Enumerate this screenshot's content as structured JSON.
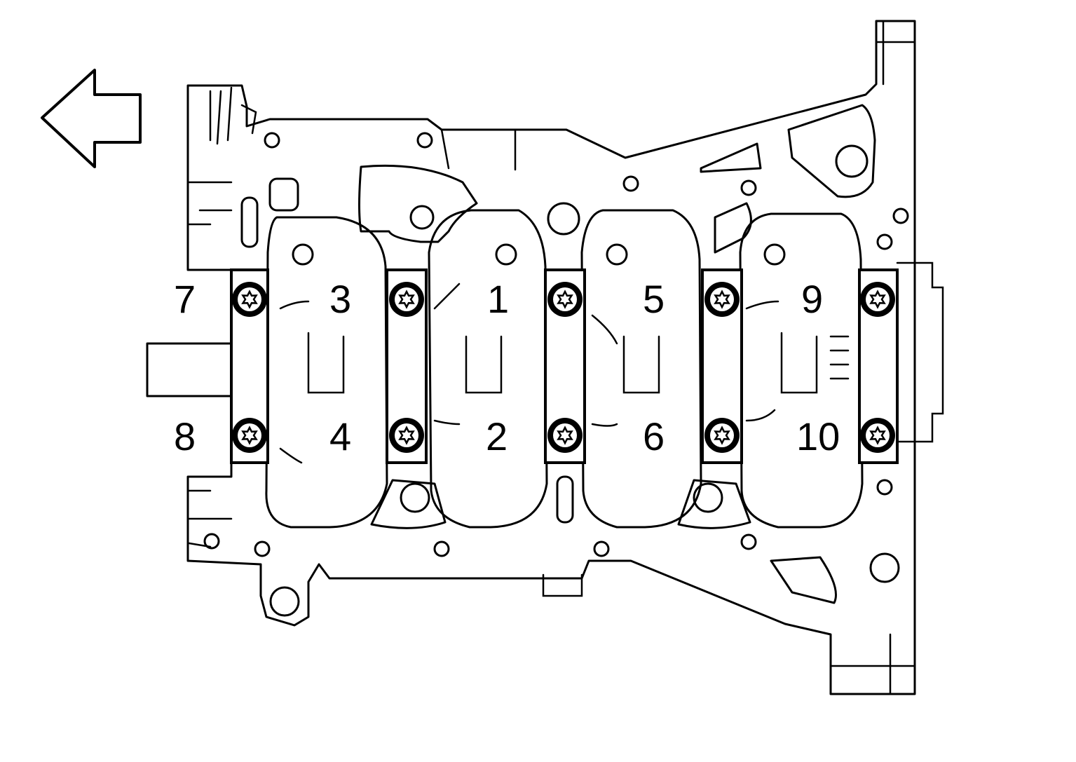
{
  "diagram": {
    "direction_icon": "arrow-left-icon",
    "bolts": [
      {
        "label": "1",
        "col": 1,
        "row": 0
      },
      {
        "label": "2",
        "col": 1,
        "row": 1
      },
      {
        "label": "3",
        "col": 0,
        "row": 0
      },
      {
        "label": "4",
        "col": 0,
        "row": 1
      },
      {
        "label": "5",
        "col": 2,
        "row": 0
      },
      {
        "label": "6",
        "col": 2,
        "row": 1
      },
      {
        "label": "7",
        "col": 0,
        "row": 0
      },
      {
        "label": "8",
        "col": 0,
        "row": 1
      },
      {
        "label": "9",
        "col": 3,
        "row": 0
      },
      {
        "label": "10",
        "col": 3,
        "row": 1
      }
    ]
  }
}
